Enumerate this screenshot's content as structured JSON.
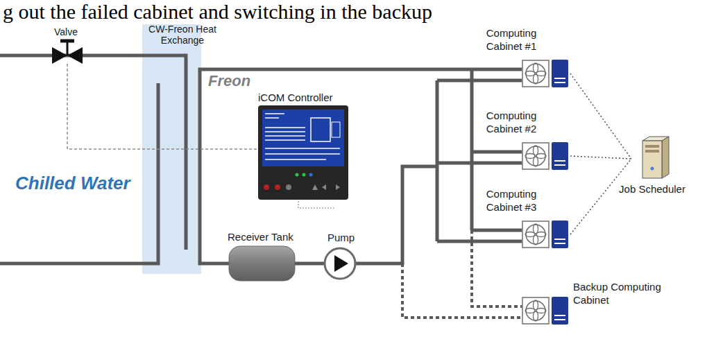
{
  "diagram": {
    "title": "g out the failed cabinet and switching in the backup",
    "nodes": [
      {
        "text": [
          "Computing Cabinet #1"
        ]
      },
      {
        "text": [
          "Computing Cabinet #2"
        ]
      },
      {
        "text": [
          "Computing Cabinet #3"
        ]
      },
      {
        "text": [
          "Backup Computing Cabinet"
        ]
      },
      {
        "text": [
          "Job Scheduler"
        ]
      }
    ],
    "edges": [
      {
        "from": 0,
        "to": 4,
        "arrow": "none"
      },
      {
        "from": 1,
        "to": 4,
        "arrow": "none"
      },
      {
        "from": 2,
        "to": 4,
        "arrow": "none"
      }
    ],
    "labels": [
      "Valve",
      "CW-Freon Heat Exchange",
      "Freon",
      "iCOM Controller",
      "Chilled Water",
      "Receiver Tank",
      "Pump"
    ]
  }
}
